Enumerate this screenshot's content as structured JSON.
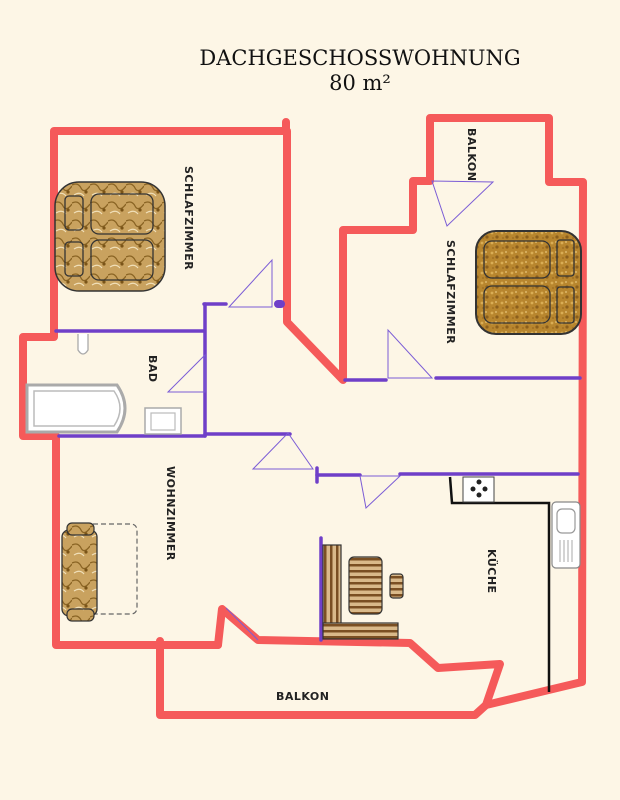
{
  "title": {
    "line1": "DACHGESCHOSSWOHNUNG",
    "line2": "80 m²"
  },
  "rooms": {
    "schlafzimmer_left": "SCHLAFZIMMER",
    "schlafzimmer_right": "SCHLAFZIMMER",
    "balkon_top": "BALKON",
    "bad": "BAD",
    "wohnzimmer": "WOHNZIMMER",
    "kueche": "KÜCHE",
    "balkon_bottom": "BALKON"
  },
  "colors": {
    "background": "#fdf6e6",
    "outer_wall": "#f55a5a",
    "inner_wall": "#6f3fc8",
    "furniture_wood": "#b07a2a"
  }
}
